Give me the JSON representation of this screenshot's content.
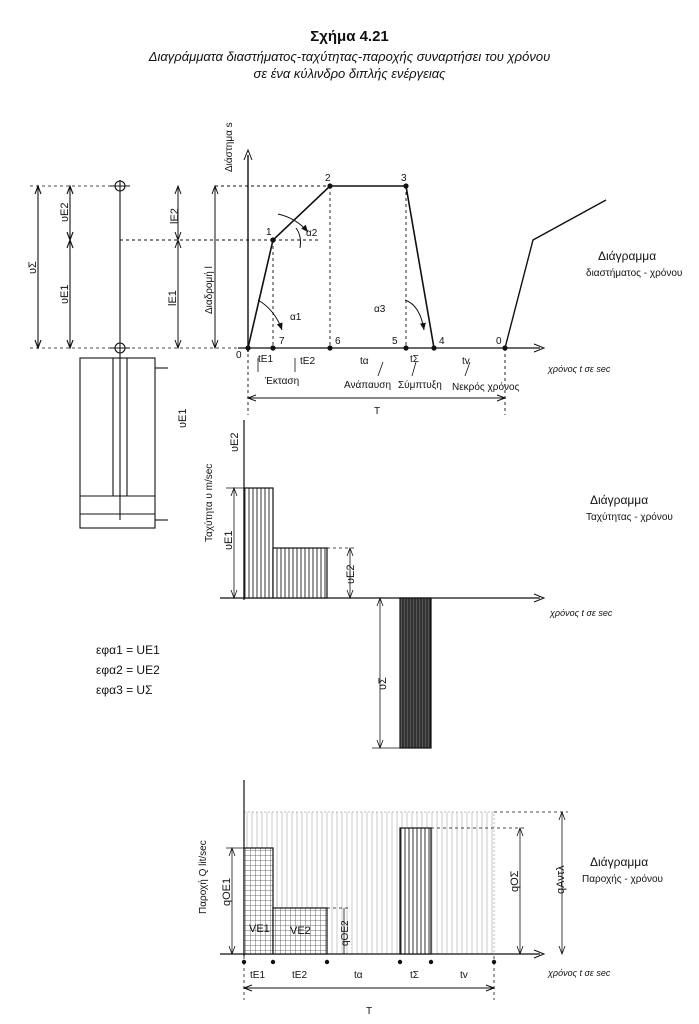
{
  "figure": {
    "title": "Σχήμα 4.21",
    "caption_line1": "Διαγράμματα διαστήματος-ταχύτητας-παροχής συναρτήσει του χρόνου",
    "caption_line2": "σε ένα κύλινδρο διπλής ενέργειας"
  },
  "cylinder": {
    "u_sigma": "υΣ",
    "u_e2": "υE2",
    "u_e1": "υE1",
    "u_e1_body": "υE1"
  },
  "distance_diagram": {
    "y_axis_label": "Διάστημα s",
    "stroke_label": "Διαδρομή l",
    "l_e2": "lE2",
    "l_e1": "lE1",
    "points": [
      "0",
      "1",
      "2",
      "3",
      "4",
      "5",
      "6",
      "7",
      "0"
    ],
    "angles": [
      "α1",
      "α2",
      "α3"
    ],
    "time_labels": [
      "tE1",
      "tE2",
      "tα",
      "tΣ",
      "tv"
    ],
    "phase_labels": [
      "Έκταση",
      "Ανάπαυση",
      "Σύμπτυξη",
      "Νεκρός χρόνος"
    ],
    "period": "T",
    "x_axis_label": "χρόνος t σε sec",
    "name_line1": "Διάγραμμα",
    "name_line2": "διαστήματος - χρόνου"
  },
  "velocity_diagram": {
    "y_axis_label": "Ταχύτητα υ m/sec",
    "u_e2_top": "υE2",
    "u_e1": "υE1",
    "u_e2": "υE2",
    "u_sigma": "υΣ",
    "x_axis_label": "χρόνος t σε sec",
    "name_line1": "Διάγραμμα",
    "name_line2": "Ταχύτητας - χρόνου"
  },
  "equations": [
    "εφα1 = UE1",
    "εφα2 = UE2",
    "εφα3 = UΣ"
  ],
  "flow_diagram": {
    "y_axis_label": "Παροχή Q lit/sec",
    "q_oe1": "qOE1",
    "q_oe2": "qOE2",
    "q_os": "qOΣ",
    "q_antl": "qΑντλ",
    "v_e1": "VE1",
    "v_e2": "VE2",
    "time_labels": [
      "tE1",
      "tE2",
      "tα",
      "tΣ",
      "tv"
    ],
    "period": "T",
    "x_axis_label": "χρόνος t σε sec",
    "name_line1": "Διάγραμμα",
    "name_line2": "Παροχής - χρόνου"
  }
}
